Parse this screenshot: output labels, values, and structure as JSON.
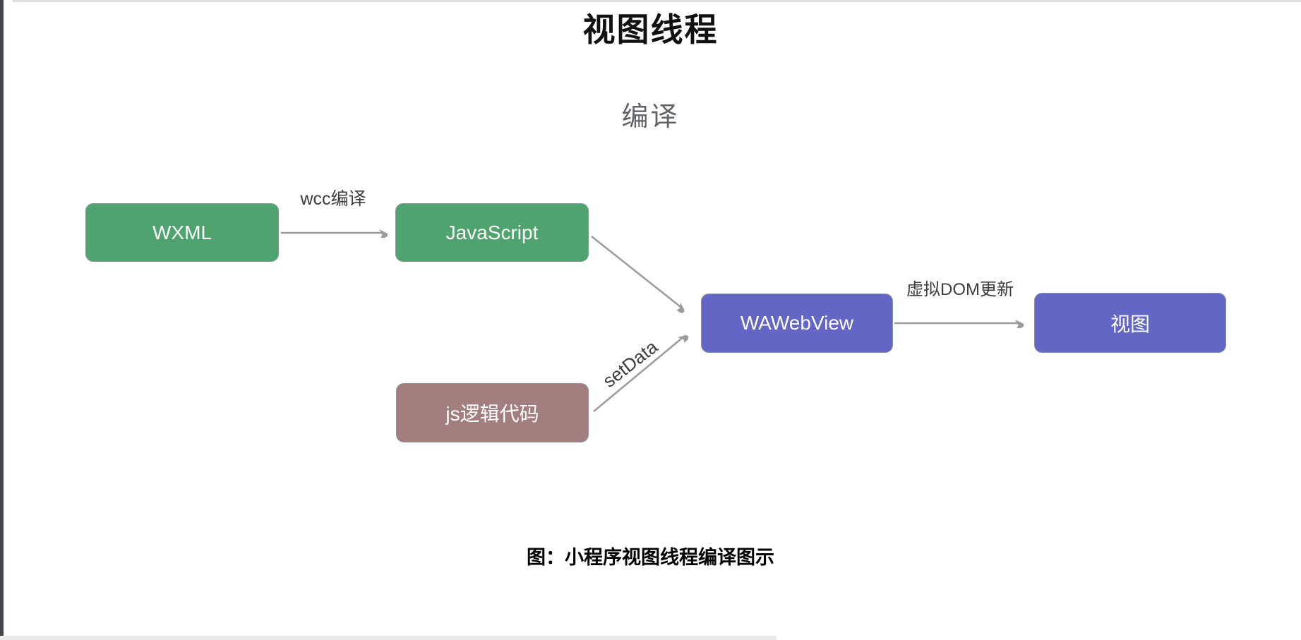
{
  "page": {
    "title": "视图线程",
    "subtitle": "编译",
    "caption": "图：小程序视图线程编译图示"
  },
  "nodes": [
    {
      "id": "wxml",
      "label": "WXML",
      "color": "#4fa36e"
    },
    {
      "id": "javascript",
      "label": "JavaScript",
      "color": "#4fa36e"
    },
    {
      "id": "wawebview",
      "label": "WAWebView",
      "color": "#6366c4"
    },
    {
      "id": "view",
      "label": "视图",
      "color": "#6366c4"
    },
    {
      "id": "js-logic",
      "label": "js逻辑代码",
      "color": "#a27e7e"
    }
  ],
  "edges": [
    {
      "from": "WXML",
      "to": "JavaScript",
      "label": "wcc编译"
    },
    {
      "from": "JavaScript",
      "to": "WAWebView",
      "label": ""
    },
    {
      "from": "js逻辑代码",
      "to": "WAWebView",
      "label": "setData"
    },
    {
      "from": "WAWebView",
      "to": "视图",
      "label": "虚拟DOM更新"
    }
  ],
  "colors": {
    "node_green": "#4fa36e",
    "node_purple": "#6366c4",
    "node_mauve": "#a27e7e",
    "node_border": "#889598",
    "node_text": "#ffffff",
    "arrow": "#9b9b9b",
    "edge_label": "#3d3d3d",
    "title": "#111111",
    "subtitle": "#5f6368",
    "caption": "#000000",
    "window_edge": "#42474c"
  }
}
